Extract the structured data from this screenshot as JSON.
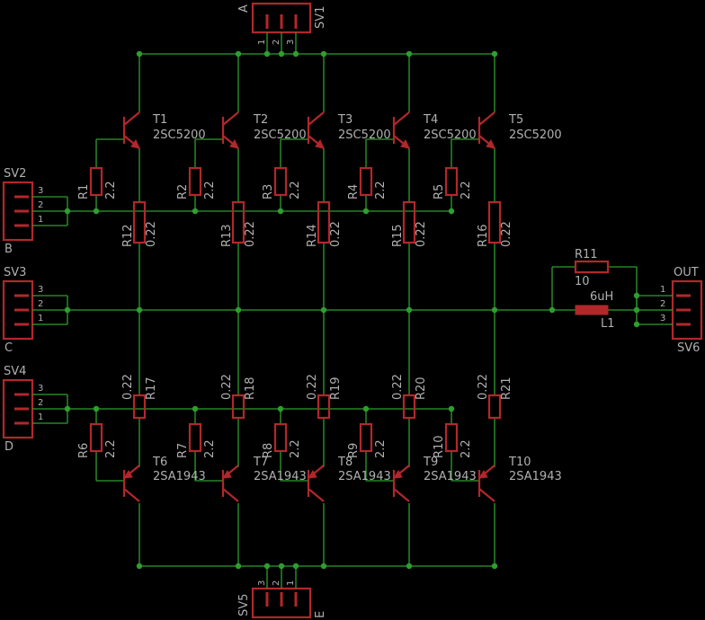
{
  "colors": {
    "background": "#000000",
    "wire": "#2e9e2e",
    "part": "#b2272b",
    "text": "#b0b0b0"
  },
  "connectors": {
    "sv1": {
      "name": "SV1",
      "signal": "A",
      "pins": [
        "1",
        "2",
        "3"
      ]
    },
    "sv2": {
      "name": "SV2",
      "signal": "B",
      "pins": [
        "3",
        "2",
        "1"
      ]
    },
    "sv3": {
      "name": "SV3",
      "signal": "C",
      "pins": [
        "3",
        "2",
        "1"
      ]
    },
    "sv4": {
      "name": "SV4",
      "signal": "D",
      "pins": [
        "3",
        "2",
        "1"
      ]
    },
    "sv5": {
      "name": "SV5",
      "signal": "E",
      "pins": [
        "3",
        "2",
        "1"
      ]
    },
    "sv6": {
      "name": "SV6",
      "signal": "OUT",
      "pins": [
        "1",
        "2",
        "3"
      ]
    }
  },
  "transistors_top": [
    {
      "name": "T1",
      "value": "2SC5200"
    },
    {
      "name": "T2",
      "value": "2SC5200"
    },
    {
      "name": "T3",
      "value": "2SC5200"
    },
    {
      "name": "T4",
      "value": "2SC5200"
    },
    {
      "name": "T5",
      "value": "2SC5200"
    }
  ],
  "transistors_bottom": [
    {
      "name": "T6",
      "value": "2SA1943"
    },
    {
      "name": "T7",
      "value": "2SA1943"
    },
    {
      "name": "T8",
      "value": "2SA1943"
    },
    {
      "name": "T9",
      "value": "2SA1943"
    },
    {
      "name": "T10",
      "value": "2SA1943"
    }
  ],
  "base_resistors_top": [
    {
      "name": "R1",
      "value": "2.2"
    },
    {
      "name": "R2",
      "value": "2.2"
    },
    {
      "name": "R3",
      "value": "2.2"
    },
    {
      "name": "R4",
      "value": "2.2"
    },
    {
      "name": "R5",
      "value": "2.2"
    }
  ],
  "base_resistors_bottom": [
    {
      "name": "R6",
      "value": "2.2"
    },
    {
      "name": "R7",
      "value": "2.2"
    },
    {
      "name": "R8",
      "value": "2.2"
    },
    {
      "name": "R9",
      "value": "2.2"
    },
    {
      "name": "R10",
      "value": "2.2"
    }
  ],
  "emitter_resistors_top": [
    {
      "name": "R12",
      "value": "0.22"
    },
    {
      "name": "R13",
      "value": "0.22"
    },
    {
      "name": "R14",
      "value": "0.22"
    },
    {
      "name": "R15",
      "value": "0.22"
    },
    {
      "name": "R16",
      "value": "0.22"
    }
  ],
  "emitter_resistors_bottom": [
    {
      "name": "R17",
      "value": "0.22"
    },
    {
      "name": "R18",
      "value": "0.22"
    },
    {
      "name": "R19",
      "value": "0.22"
    },
    {
      "name": "R20",
      "value": "0.22"
    },
    {
      "name": "R21",
      "value": "0.22"
    }
  ],
  "output_resistor": {
    "name": "R11",
    "value": "10"
  },
  "inductor": {
    "name": "L1",
    "value": "6uH"
  }
}
